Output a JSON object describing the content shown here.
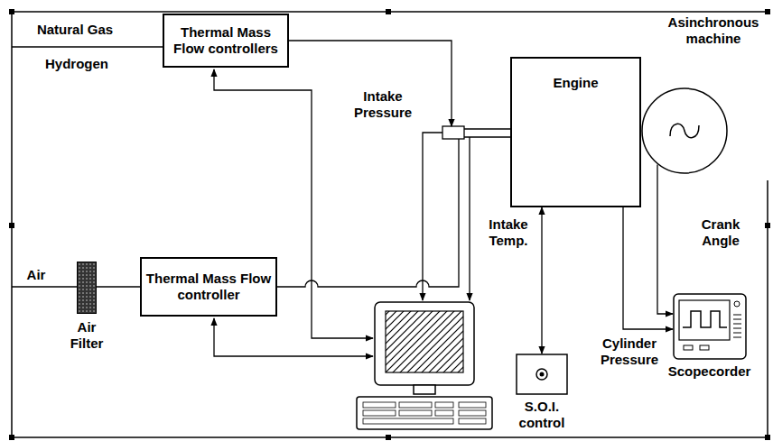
{
  "diagram": {
    "nodes": [
      {
        "text": [
          "Thermal Mass Flow controllers"
        ]
      },
      {
        "text": [
          "Asinchronous machine"
        ]
      },
      {
        "text": [
          "Engine"
        ]
      },
      {
        "text": [
          "Air Filter"
        ]
      },
      {
        "text": [
          "Thermal Mass Flow controller"
        ]
      },
      {
        "text": [
          "S.O.I. control"
        ]
      },
      {
        "text": [
          "Scopecorder"
        ]
      }
    ],
    "edges": [
      {
        "from": 0,
        "to": 2,
        "arrow": "to"
      },
      {
        "from": 3,
        "to": 4,
        "arrow": "none"
      },
      {
        "from": 4,
        "to": 2,
        "arrow": "none"
      },
      {
        "from": 2,
        "to": 5,
        "arrow": "both"
      },
      {
        "from": 2,
        "to": 6,
        "arrow": "to"
      },
      {
        "from": 1,
        "to": 6,
        "arrow": "to"
      },
      {
        "from": 2,
        "to": 1,
        "arrow": "none"
      }
    ],
    "labels": [
      "Natural Gas",
      "Hydrogen",
      "Air",
      "Intake Pressure",
      "Intake Temp.",
      "Crank Angle",
      "Cylinder Pressure"
    ]
  }
}
